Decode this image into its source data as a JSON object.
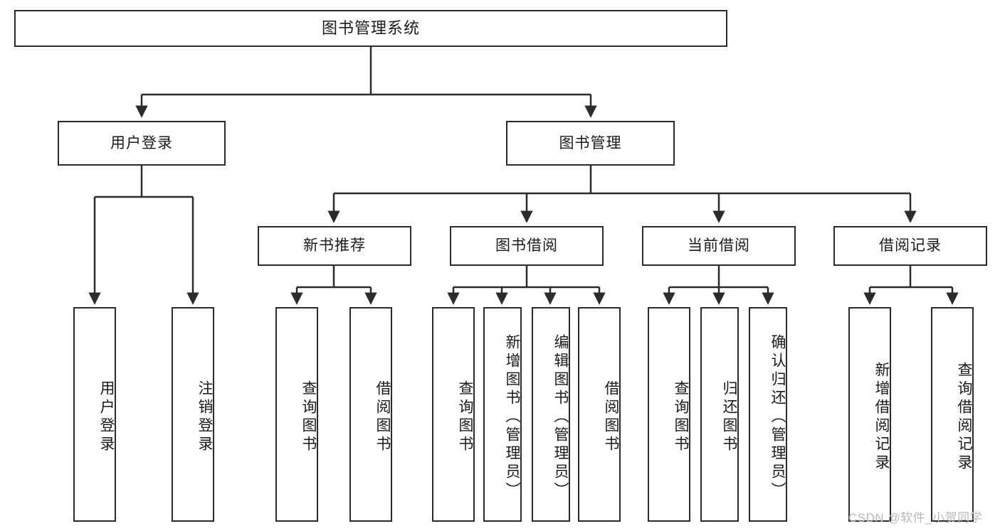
{
  "diagram": {
    "title": "图书管理系统",
    "type": "functional-structure-tree",
    "root": {
      "id": "root",
      "label": "图书管理系统"
    },
    "level2": [
      {
        "id": "user-login",
        "label": "用户登录"
      },
      {
        "id": "book-manage",
        "label": "图书管理"
      }
    ],
    "level3": [
      {
        "id": "new-book-rec",
        "label": "新书推荐"
      },
      {
        "id": "book-borrow",
        "label": "图书借阅"
      },
      {
        "id": "current-borrow",
        "label": "当前借阅"
      },
      {
        "id": "borrow-record",
        "label": "借阅记录"
      }
    ],
    "leaves": [
      {
        "id": "leaf-user-login",
        "label": "用户登录",
        "parent": "user-login"
      },
      {
        "id": "leaf-user-logout",
        "label": "注销登录",
        "parent": "user-login"
      },
      {
        "id": "leaf-query-book-1",
        "label": "查询图书",
        "parent": "new-book-rec"
      },
      {
        "id": "leaf-borrow-book-1",
        "label": "借阅图书",
        "parent": "new-book-rec"
      },
      {
        "id": "leaf-query-book-2",
        "label": "查询图书",
        "parent": "book-borrow"
      },
      {
        "id": "leaf-add-book",
        "label": "新增图书（管理员）",
        "parent": "book-borrow"
      },
      {
        "id": "leaf-edit-book",
        "label": "编辑图书（管理员）",
        "parent": "book-borrow"
      },
      {
        "id": "leaf-borrow-book-2",
        "label": "借阅图书",
        "parent": "book-borrow"
      },
      {
        "id": "leaf-query-book-3",
        "label": "查询图书",
        "parent": "current-borrow"
      },
      {
        "id": "leaf-return-book",
        "label": "归还图书",
        "parent": "current-borrow"
      },
      {
        "id": "leaf-confirm-return",
        "label": "确认归还（管理员）",
        "parent": "current-borrow"
      },
      {
        "id": "leaf-add-record",
        "label": "新增借阅记录",
        "parent": "borrow-record"
      },
      {
        "id": "leaf-query-record",
        "label": "查询借阅记录",
        "parent": "borrow-record"
      }
    ]
  },
  "watermark": {
    "text": "CSDN @软件_小贺同学"
  },
  "colors": {
    "stroke": "#2b2b2b",
    "background": "#ffffff",
    "text": "#1a1a1a",
    "watermark": "#b8b8b8"
  }
}
